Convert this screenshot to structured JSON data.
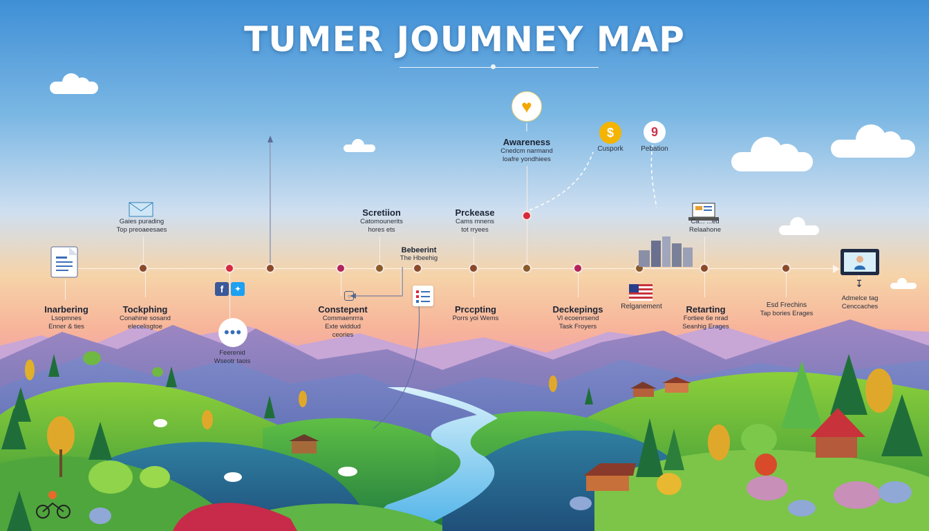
{
  "title": "TUMER JOUMNEY MAP",
  "stages_top": [
    {
      "title": "",
      "sub1": "Gaies purading",
      "sub2": "Top preoaeesaes"
    },
    {
      "title": "Scretiion",
      "sub1": "Catomounerits",
      "sub2": "hores ets"
    },
    {
      "title": "Bebeerint",
      "sub1": "The Hbeehig",
      "sub2": ""
    },
    {
      "title": "Prckease",
      "sub1": "Cams mnens",
      "sub2": "tot rryees"
    },
    {
      "title": "Awareness",
      "sub1": "Cnedcm narmand",
      "sub2": "loafre yondhiees"
    },
    {
      "title": "Cuspork",
      "sub1": "",
      "sub2": ""
    },
    {
      "title": "Pebation",
      "sub1": "",
      "sub2": ""
    },
    {
      "title": "",
      "sub1": "Ca... ...ed",
      "sub2": "Relaahone"
    }
  ],
  "stages_bottom": [
    {
      "title": "Inarbering",
      "sub1": "Lsopmnes",
      "sub2": "Enner & ties"
    },
    {
      "title": "Tockphing",
      "sub1": "Conahine sosand",
      "sub2": "elecelisgtoe"
    },
    {
      "title": "",
      "sub1": "Feerenid",
      "sub2": "Wseotr taois"
    },
    {
      "title": "Constepent",
      "sub1": "Commaenrrra",
      "sub2": "Exte widdud",
      "sub3": "ceories"
    },
    {
      "title": "Prccpting",
      "sub1": "Porrs yoi Wems",
      "sub2": ""
    },
    {
      "title": "Deckepings",
      "sub1": "Vl ecoenrsend",
      "sub2": "Task Froyers"
    },
    {
      "title": "Relganement",
      "sub1": "",
      "sub2": ""
    },
    {
      "title": "Retarting",
      "sub1": "Fortiee 6e nrad",
      "sub2": "Seanhig Erages"
    },
    {
      "title": "Esd Frechins",
      "sub1": "Tap bories Erages",
      "sub2": ""
    },
    {
      "title": "Admelce tag",
      "sub1": "Cenccaches",
      "sub2": ""
    }
  ],
  "colors": {
    "node_brown": "#8a4a2a",
    "node_red": "#d6293f",
    "node_magenta": "#b3245c",
    "hill_green": "#3f9e3a",
    "river": "#6ec6ee"
  },
  "icons": [
    "document-icon",
    "envelope-icon",
    "facebook-icon",
    "twitter-icon",
    "chat-bubble-icon",
    "heart-icon",
    "dollar-coin-icon",
    "location-pin-icon",
    "laptop-icon",
    "city-buildings-icon",
    "us-flag-icon",
    "checklist-icon",
    "monitor-user-icon",
    "instagram-icon"
  ]
}
